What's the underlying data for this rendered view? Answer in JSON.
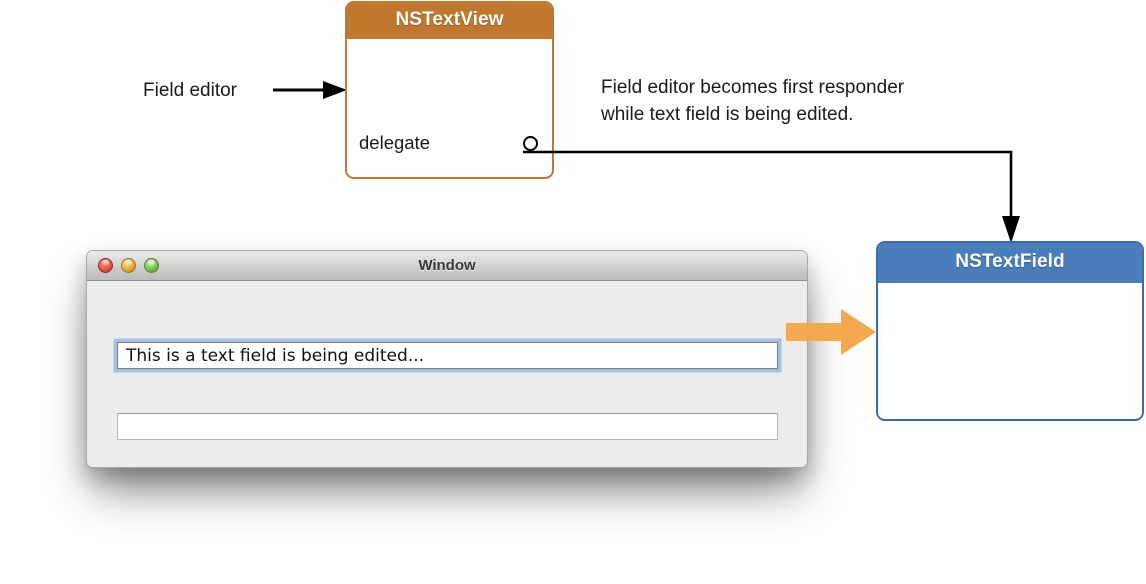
{
  "diagram": {
    "field_editor_caption": "Field editor",
    "annotation": {
      "line1": "Field editor becomes first responder",
      "line2": "while text field is being edited."
    },
    "textview": {
      "title": "NSTextView",
      "outlet_label": "delegate",
      "header_color": "#C0782F",
      "border_color": "#C2762E"
    },
    "textfield": {
      "title": "NSTextField",
      "header_color": "#4A7EBB",
      "border_color": "#3A6BAF"
    },
    "orange_arrow_color": "#F5A94E",
    "connector_color": "#000000"
  },
  "window": {
    "title": "Window",
    "traffic_lights": [
      {
        "name": "close",
        "color": "#E4574B"
      },
      {
        "name": "minimize",
        "color": "#E9A93A"
      },
      {
        "name": "zoom",
        "color": "#7CBF57"
      }
    ],
    "fields": [
      {
        "name": "focused-field",
        "value": "This is a text field is being edited...",
        "placeholder": ""
      },
      {
        "name": "empty-field",
        "value": "",
        "placeholder": ""
      }
    ]
  }
}
